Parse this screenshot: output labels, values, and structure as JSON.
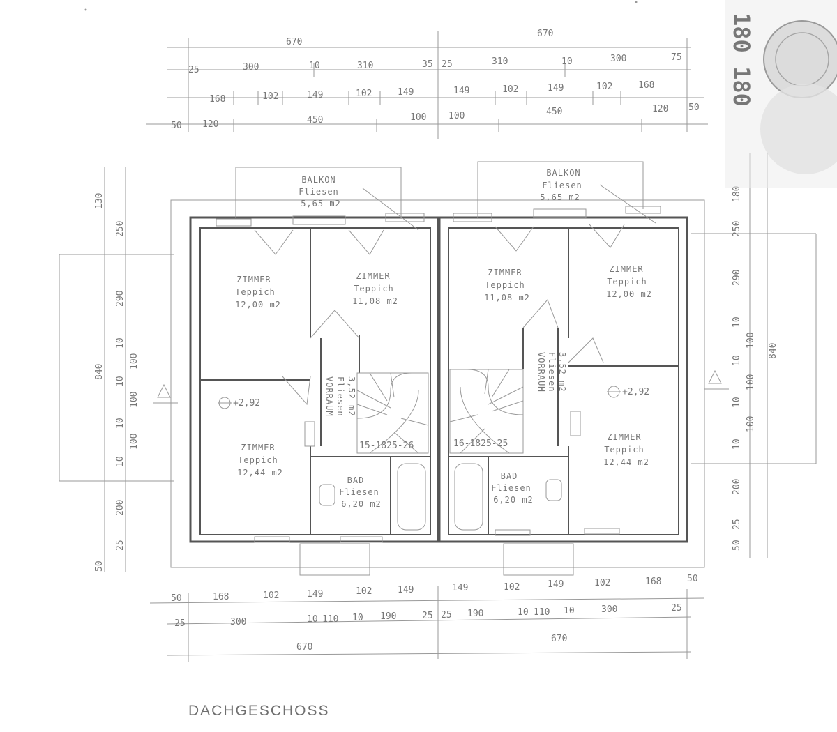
{
  "title": "DACHGESCHOSS",
  "stamp": {
    "number": "180 180"
  },
  "colors": {
    "line": "#555555",
    "light": "#999999",
    "text": "#777777"
  },
  "rooms": {
    "balcony_left": {
      "name": "BALKON",
      "floor": "Fliesen",
      "area": "5,65 m2"
    },
    "balcony_right": {
      "name": "BALKON",
      "floor": "Fliesen",
      "area": "5,65 m2"
    },
    "room_tl": {
      "name": "ZIMMER",
      "floor": "Teppich",
      "area": "12,00 m2"
    },
    "room_tm": {
      "name": "ZIMMER",
      "floor": "Teppich",
      "area": "11,08 m2"
    },
    "room_tm2": {
      "name": "ZIMMER",
      "floor": "Teppich",
      "area": "11,08 m2"
    },
    "room_tr": {
      "name": "ZIMMER",
      "floor": "Teppich",
      "area": "12,00 m2"
    },
    "room_bl": {
      "name": "ZIMMER",
      "floor": "Teppich",
      "area": "12,44 m2"
    },
    "room_br": {
      "name": "ZIMMER",
      "floor": "Teppich",
      "area": "12,44 m2"
    },
    "hall_left": {
      "name": "VORRAUM",
      "floor": "Fliesen",
      "area": "3,52 m2"
    },
    "hall_right": {
      "name": "VORRAUM",
      "floor": "Fliesen",
      "area": "3,52 m2"
    },
    "bath_left": {
      "name": "BAD",
      "floor": "Fliesen",
      "area": "6,20 m2"
    },
    "bath_right": {
      "name": "BAD",
      "floor": "Fliesen",
      "area": "6,20 m2"
    }
  },
  "stairs": {
    "left": "15-1825-26",
    "right": "16-1825-25"
  },
  "levels": {
    "left": "2,92",
    "right": "2,92"
  },
  "dims": {
    "top1": [
      "670",
      "670"
    ],
    "top2": [
      "25",
      "300",
      "10",
      "310",
      "35",
      "25",
      "310",
      "10",
      "300",
      "75"
    ],
    "top3": [
      "168",
      "102",
      "149",
      "102",
      "149",
      "149",
      "102",
      "149",
      "102",
      "168"
    ],
    "top4": [
      "50",
      "120",
      "450",
      "100",
      "100",
      "450",
      "120",
      "50"
    ],
    "bot1": [
      "50",
      "168",
      "102",
      "149",
      "102",
      "149",
      "149",
      "102",
      "149",
      "102",
      "168",
      "50"
    ],
    "bot2": [
      "25",
      "300",
      "10",
      "110",
      "10",
      "190",
      "25",
      "25",
      "190",
      "10",
      "110",
      "10",
      "300",
      "25"
    ],
    "bot3": [
      "670",
      "670"
    ],
    "left": [
      "130",
      "250",
      "290",
      "10",
      "100",
      "10",
      "100",
      "10",
      "100",
      "10",
      "200",
      "25",
      "50",
      "840"
    ],
    "right": [
      "180",
      "250",
      "290",
      "10",
      "100",
      "10",
      "100",
      "10",
      "100",
      "10",
      "200",
      "25",
      "50",
      "840"
    ]
  }
}
